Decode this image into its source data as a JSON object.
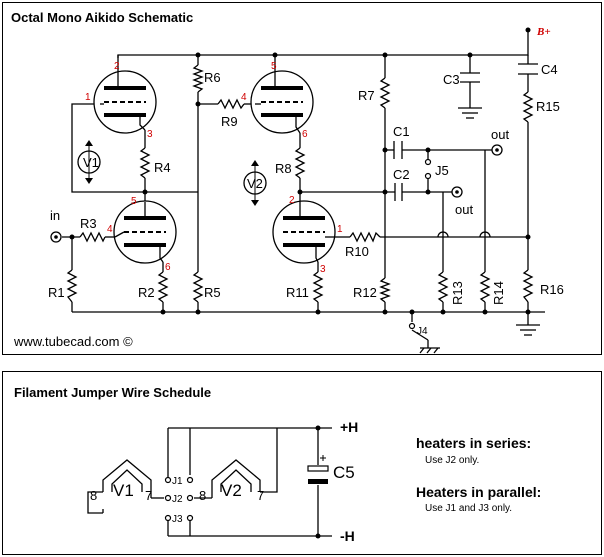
{
  "schematic": {
    "title": "Octal Mono Aikido Schematic",
    "footer": "www.tubecad.com ©",
    "supply_label": "B+",
    "outputs": [
      "out",
      "out"
    ],
    "input_label": "in",
    "tubes": [
      "V1",
      "V2"
    ],
    "resistors": [
      "R1",
      "R2",
      "R3",
      "R4",
      "R5",
      "R6",
      "R7",
      "R8",
      "R9",
      "R10",
      "R11",
      "R12",
      "R13",
      "R14",
      "R15",
      "R16"
    ],
    "capacitors": [
      "C1",
      "C2",
      "C3",
      "C4"
    ],
    "jumper": "J4",
    "jumper_j5": "J5",
    "pins": {
      "p1a": "1",
      "p2a": "2",
      "p3a": "3",
      "p4a": "4",
      "p5a": "5",
      "p6a": "6",
      "p5b": "5",
      "p6b": "6",
      "p4b": "4",
      "p2b": "2",
      "p1b": "1",
      "p3b": "3"
    }
  },
  "filament": {
    "title": "Filament Jumper Wire Schedule",
    "tubes": [
      "V1",
      "V2"
    ],
    "pins": {
      "v1_left": "8",
      "v1_right": "7",
      "v2_left": "8",
      "v2_right": "7"
    },
    "jumpers": [
      "J1",
      "J2",
      "J3"
    ],
    "capacitor": "C5",
    "plus_h": "+H",
    "minus_h": "-H",
    "series_heading": "heaters in series:",
    "series_note": "Use J2 only.",
    "parallel_heading": "Heaters in parallel:",
    "parallel_note": "Use J1 and J3 only."
  }
}
